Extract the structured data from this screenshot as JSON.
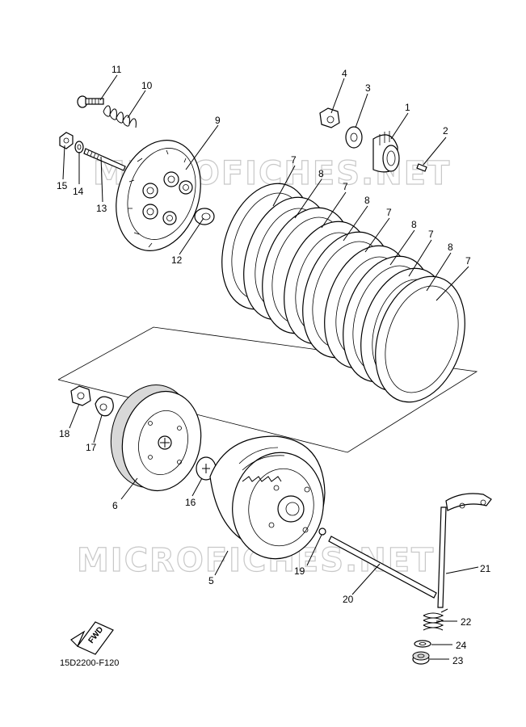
{
  "diagram": {
    "drawing_code": "15D2200-F120",
    "fwd_label": "FWD",
    "watermark": "MICROFICHES.NET",
    "callouts": [
      "1",
      "2",
      "3",
      "4",
      "5",
      "6",
      "7",
      "8",
      "9",
      "10",
      "11",
      "12",
      "13",
      "14",
      "15",
      "16",
      "17",
      "18",
      "19",
      "20",
      "21",
      "22",
      "23",
      "24"
    ]
  }
}
